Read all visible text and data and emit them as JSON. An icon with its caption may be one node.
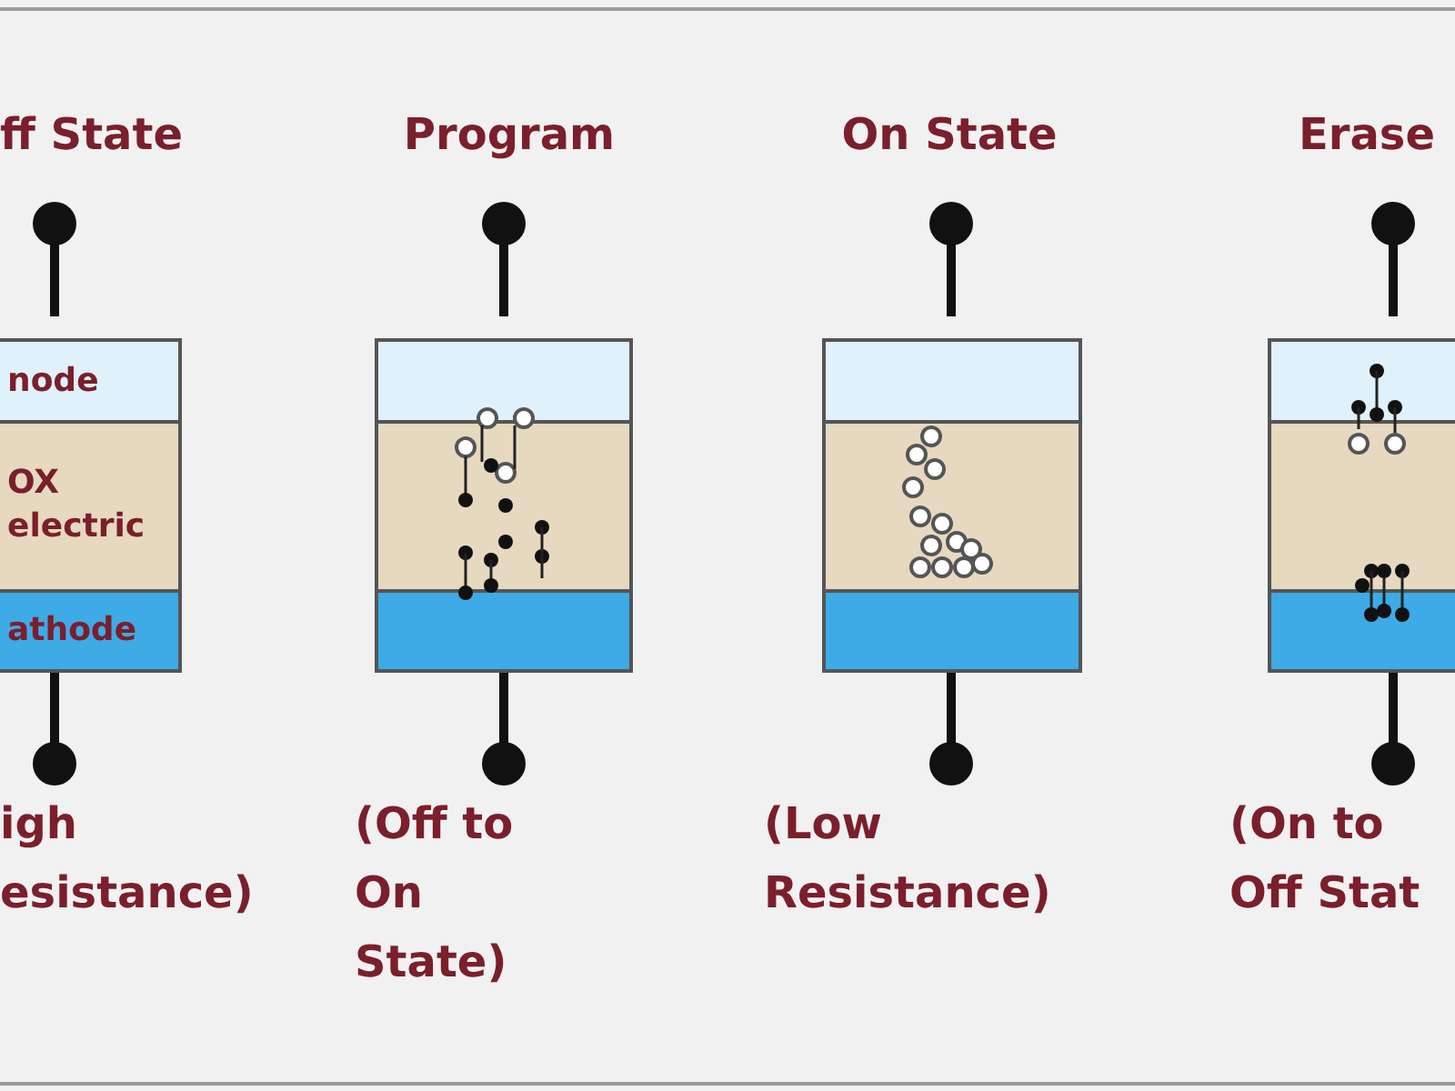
{
  "diagram": {
    "nodes": [
      {
        "text": [],
        "shape": "box"
      },
      {
        "text": [
          "node"
        ],
        "in": 0
      },
      {
        "text": [
          "OX electric"
        ],
        "in": 0
      },
      {
        "text": [
          "athode"
        ],
        "in": 0
      },
      {
        "text": [],
        "shape": "box"
      },
      {
        "text": [],
        "shape": "box",
        "in": 4
      },
      {
        "text": [],
        "shape": "box",
        "in": 4
      },
      {
        "text": [],
        "shape": "box",
        "in": 4
      },
      {
        "text": [],
        "shape": "box"
      },
      {
        "text": [],
        "shape": "box",
        "in": 8
      },
      {
        "text": [],
        "shape": "box",
        "in": 8
      },
      {
        "text": [],
        "shape": "box",
        "in": 8
      },
      {
        "text": [],
        "shape": "box"
      },
      {
        "text": [],
        "shape": "box",
        "in": 12
      },
      {
        "text": [],
        "shape": "box",
        "in": 12
      },
      {
        "text": [],
        "shape": "box",
        "in": 12
      }
    ],
    "labels": [
      "ff State",
      "Program",
      "On State",
      "Erase",
      "igh esistance)",
      "(Off to On State)",
      "(Low Resistance)",
      "(On to Off Stat"
    ]
  }
}
